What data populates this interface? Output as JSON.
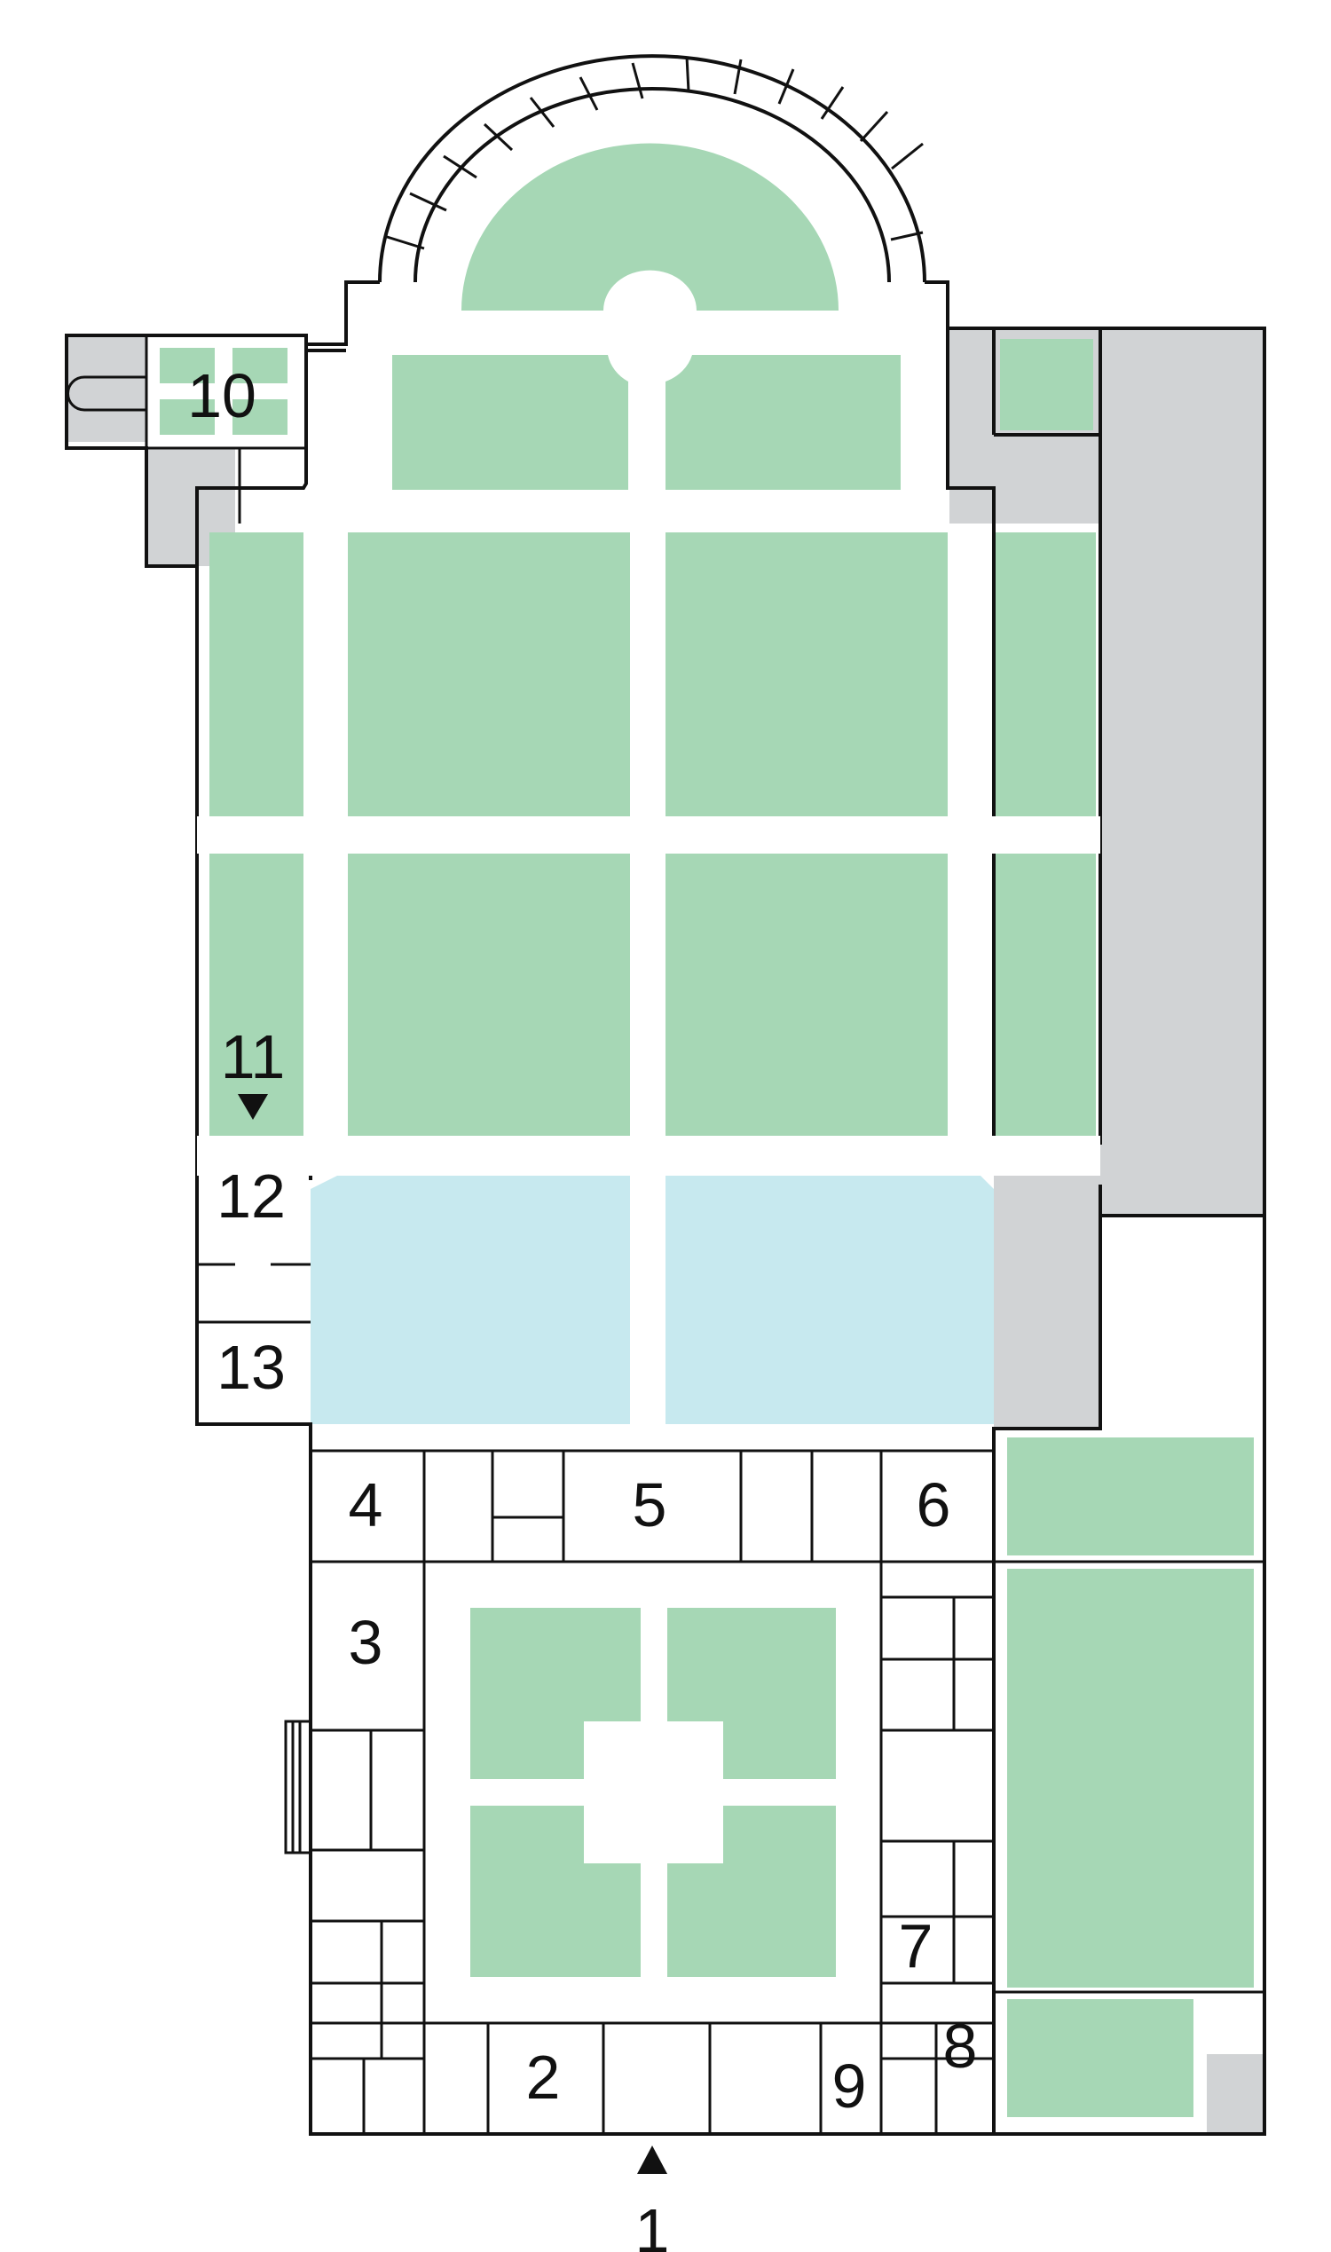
{
  "colors": {
    "garden": "#a6d7b5",
    "water": "#c7e9ef",
    "gray_area": "#d1d3d5",
    "wall": "#111111",
    "background": "#ffffff"
  },
  "icons": {
    "entrance": "arrow-up-icon",
    "upper_entrance": "arrow-down-icon"
  },
  "labels": {
    "l1": "1",
    "l2": "2",
    "l3": "3",
    "l4": "4",
    "l5": "5",
    "l6": "6",
    "l7": "7",
    "l8": "8",
    "l9": "9",
    "l10": "10",
    "l11": "11",
    "l12": "12",
    "l13": "13"
  }
}
